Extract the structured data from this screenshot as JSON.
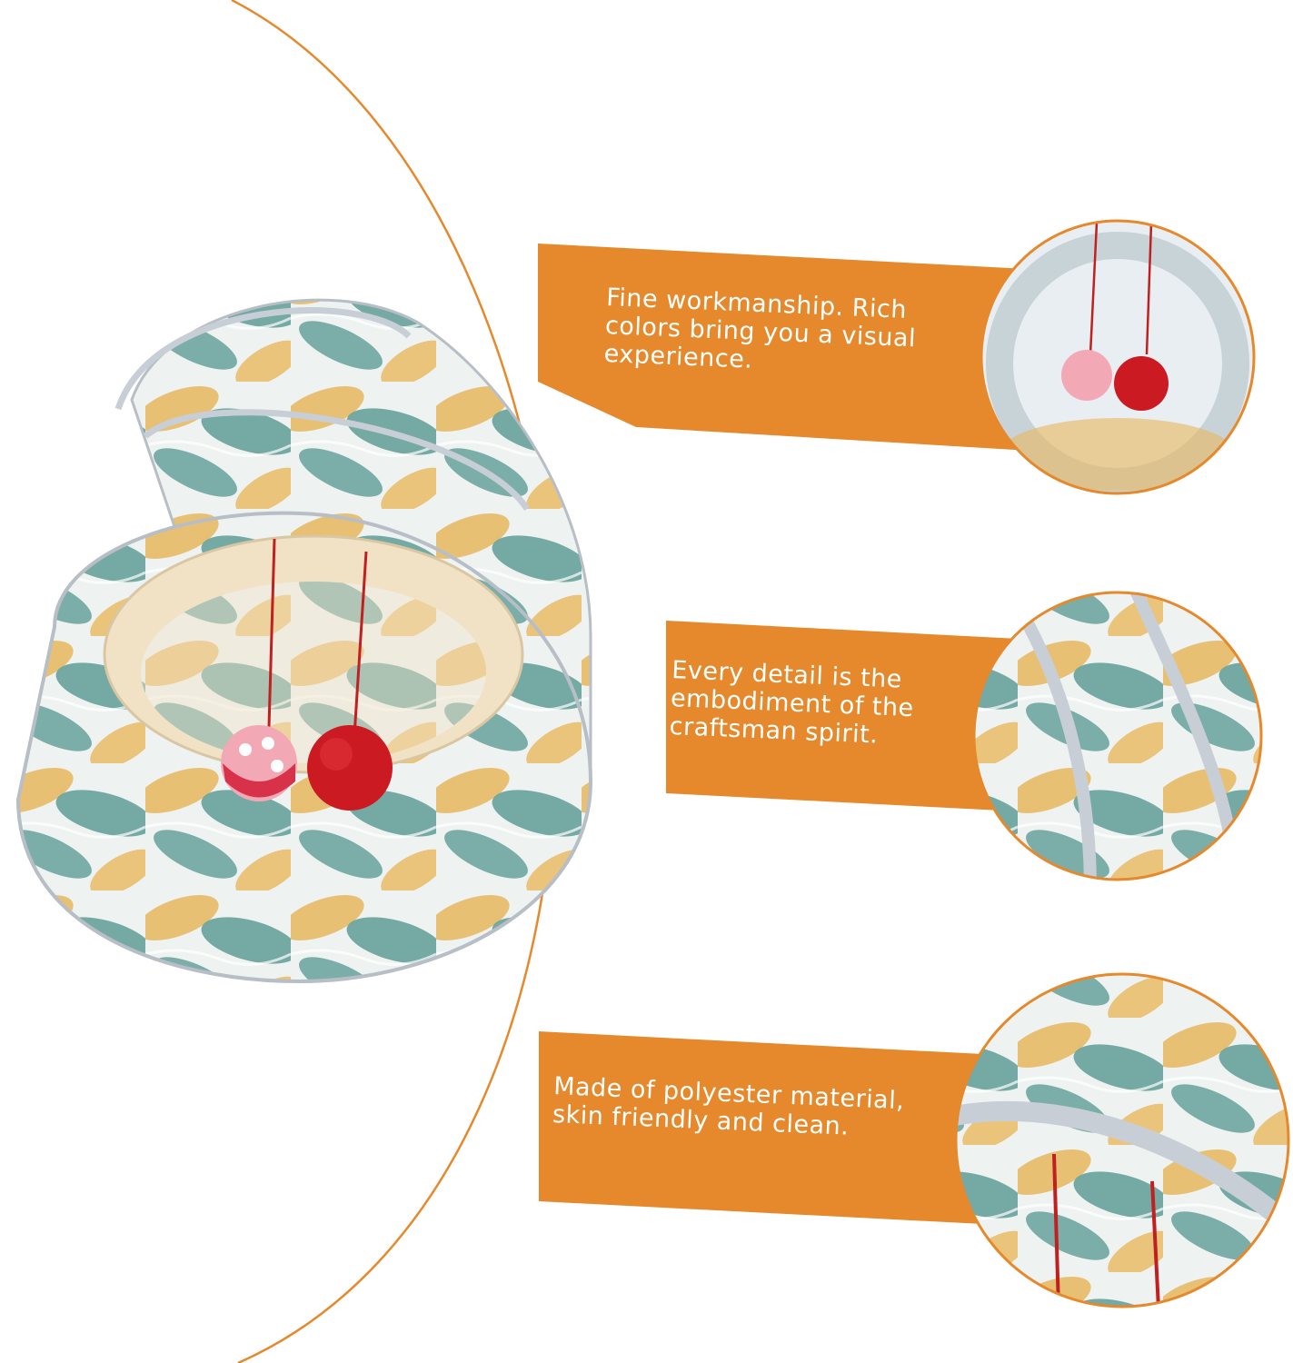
{
  "colors": {
    "banner": "#e5892c",
    "arc_line": "#e5892c",
    "tunnel_gray": "#b8bec6",
    "leaf_teal": "#5f9c97",
    "leaf_gold": "#e8b85e",
    "ball_red": "#cc1a22",
    "ball_pink": "#f3a8b6"
  },
  "product": {
    "name": "cat-tunnel-product-image"
  },
  "features": [
    {
      "text": "Fine workmanship. Rich colors bring you a visual experience.",
      "icon": "tunnel-opening-closeup"
    },
    {
      "text": "Every detail is the embodiment of the craftsman spirit.",
      "icon": "fabric-detail-closeup"
    },
    {
      "text": "Made of polyester material, skin friendly and clean.",
      "icon": "material-closeup"
    }
  ]
}
